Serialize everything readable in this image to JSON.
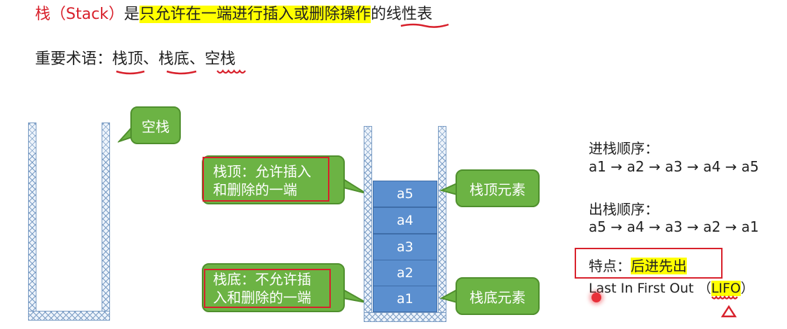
{
  "definition": {
    "term": "栈（Stack）",
    "is": "是",
    "highlight": "只允许在一端进行插入或删除操作",
    "of": "的",
    "linear_list": "线性表"
  },
  "terms": {
    "prefix": "重要术语：",
    "top": "栈顶",
    "sep1": "、",
    "bottom": "栈底",
    "sep2": "、",
    "empty": "空栈"
  },
  "empty_stack_bubble": "空栈",
  "top_bubble": {
    "line1": "栈顶：允许插入",
    "line2": "和删除的一端"
  },
  "bottom_bubble": {
    "line1": "栈底：不允许插",
    "line2": "入和删除的一端"
  },
  "top_element_bubble": "栈顶元素",
  "bottom_element_bubble": "栈底元素",
  "stack_elements": [
    "a5",
    "a4",
    "a3",
    "a2",
    "a1"
  ],
  "push_order": {
    "label": "进栈顺序：",
    "sequence": "a1 → a2 → a3 → a4 → a5"
  },
  "pop_order": {
    "label": "出栈顺序：",
    "sequence": "a5 → a4 → a3 → a2 → a1"
  },
  "feature": {
    "label": "特点：",
    "value": "后进先出"
  },
  "lifo": {
    "text": "Last In First Out",
    "open": "（",
    "abbr": "LIFO",
    "close": "）"
  },
  "colors": {
    "red": "#d8202b",
    "highlight": "#ffff00",
    "bubble": "#6cb344",
    "cell": "#5b8fcf"
  }
}
